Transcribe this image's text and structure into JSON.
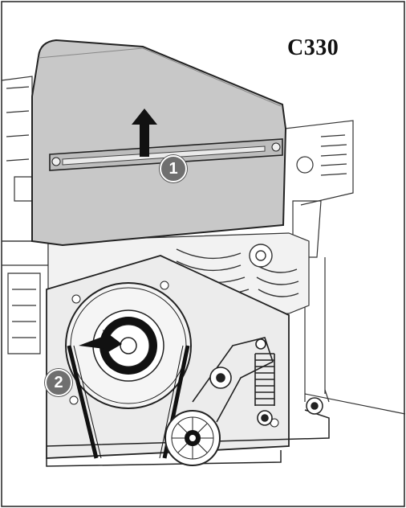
{
  "model": "C330",
  "callouts": [
    {
      "number": "1",
      "meaning": "lift-cover-arrow"
    },
    {
      "number": "2",
      "meaning": "pulley-lock-arrow"
    }
  ]
}
